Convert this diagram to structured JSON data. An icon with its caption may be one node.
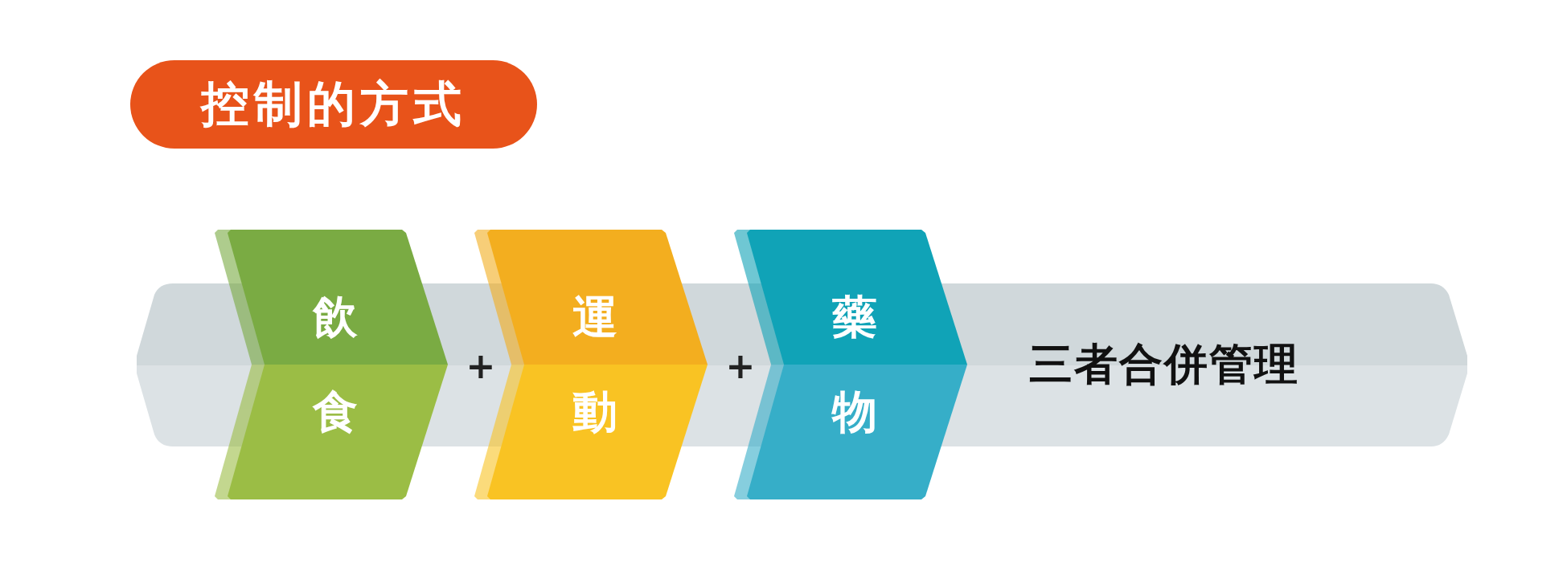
{
  "diagram": {
    "nodes": [
      {
        "text": [
          "控制的方式"
        ]
      },
      {
        "text": [
          "三者合併管理"
        ]
      },
      {
        "text": [
          "飲食"
        ]
      },
      {
        "text": [
          "運動"
        ]
      },
      {
        "text": [
          "藥物"
        ]
      }
    ],
    "edges": [],
    "labels": [
      "+",
      "+"
    ]
  }
}
